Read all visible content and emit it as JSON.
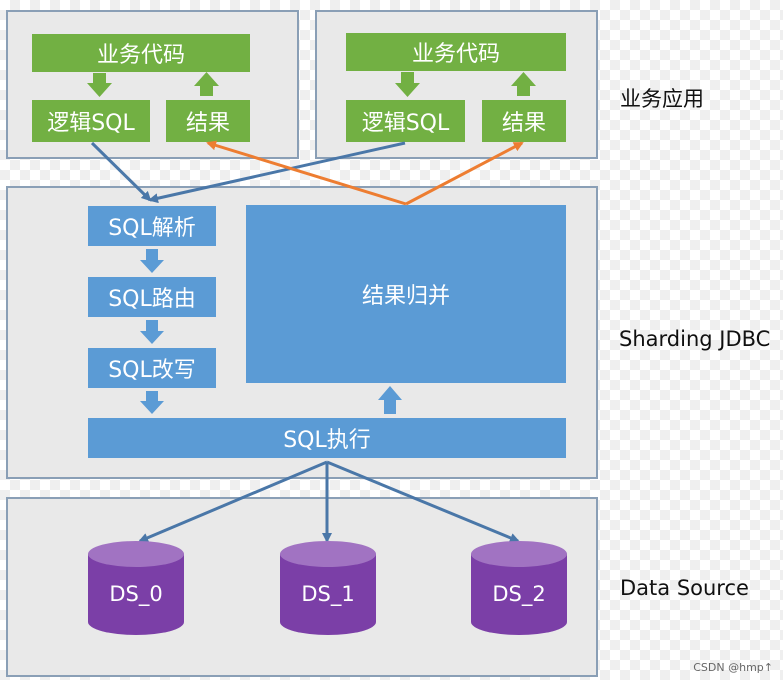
{
  "app_boxes": [
    {
      "code_label": "业务代码",
      "logic_label": "逻辑SQL",
      "result_label": "结果"
    },
    {
      "code_label": "业务代码",
      "logic_label": "逻辑SQL",
      "result_label": "结果"
    }
  ],
  "layers": {
    "business": "业务应用",
    "sharding": "Sharding JDBC",
    "datasource": "Data Source"
  },
  "steps": {
    "parse": "SQL解析",
    "route": "SQL路由",
    "rewrite": "SQL改写",
    "merge": "结果归并",
    "execute": "SQL执行"
  },
  "data_sources": [
    "DS_0",
    "DS_1",
    "DS_2"
  ],
  "colors": {
    "green": "#72b043",
    "blue": "#5b9bd5",
    "purple": "#7b3fa7",
    "purple_top": "#a173c2",
    "arrow_blue": "#4a77a8",
    "arrow_orange": "#ed7d31",
    "panel": "#e9e9e9",
    "panel_border": "#8a9fb6"
  },
  "watermark": "CSDN @hmp↑"
}
